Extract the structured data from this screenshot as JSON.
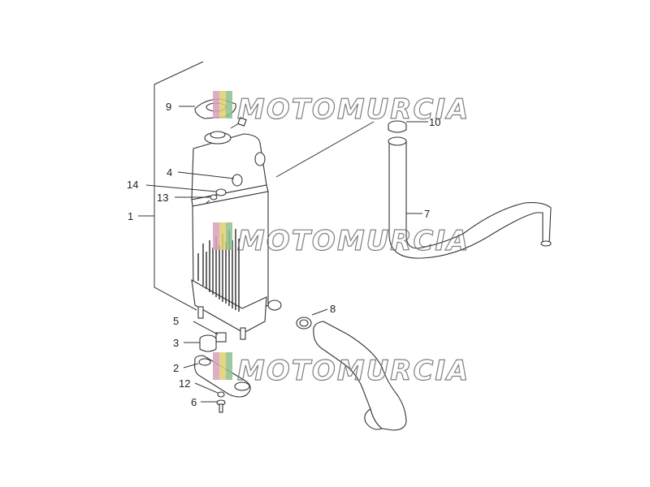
{
  "watermark": {
    "text": "MOTOMURCIA"
  },
  "callouts": [
    {
      "id": "1",
      "label": "1"
    },
    {
      "id": "2",
      "label": "2"
    },
    {
      "id": "3",
      "label": "3"
    },
    {
      "id": "4",
      "label": "4"
    },
    {
      "id": "5",
      "label": "5"
    },
    {
      "id": "6",
      "label": "6"
    },
    {
      "id": "7",
      "label": "7"
    },
    {
      "id": "8",
      "label": "8"
    },
    {
      "id": "9",
      "label": "9"
    },
    {
      "id": "10",
      "label": "10"
    },
    {
      "id": "12",
      "label": "12"
    },
    {
      "id": "13",
      "label": "13"
    },
    {
      "id": "14",
      "label": "14"
    }
  ]
}
